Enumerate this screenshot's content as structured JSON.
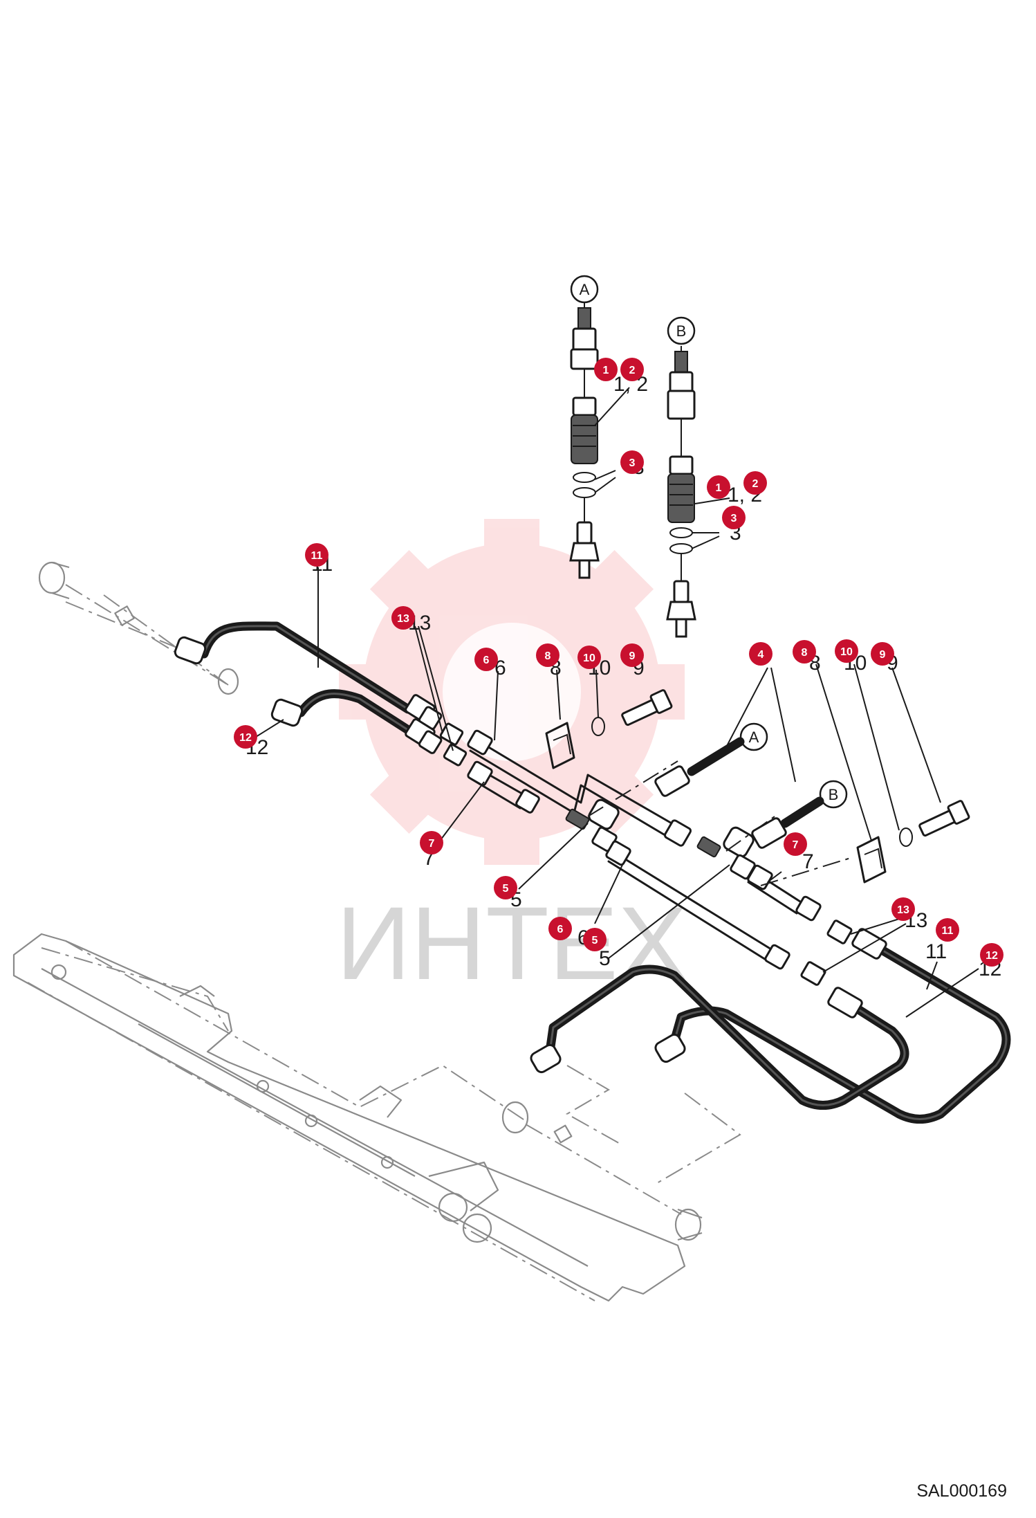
{
  "watermark": {
    "text": "ИНТЕХ",
    "color": "#e8141c"
  },
  "drawing_code": "SAL000169",
  "connection_labels": [
    "A",
    "B",
    "A",
    "B"
  ],
  "badge_color": "#c8102e",
  "callouts": [
    {
      "label": "1"
    },
    {
      "label": "2"
    },
    {
      "label": "3"
    },
    {
      "label": "1"
    },
    {
      "label": "2"
    },
    {
      "label": "3"
    },
    {
      "label": "11"
    },
    {
      "label": "13"
    },
    {
      "label": "6"
    },
    {
      "label": "8"
    },
    {
      "label": "10"
    },
    {
      "label": "9"
    },
    {
      "label": "4"
    },
    {
      "label": "8"
    },
    {
      "label": "10"
    },
    {
      "label": "9"
    },
    {
      "label": "12"
    },
    {
      "label": "7"
    },
    {
      "label": "7"
    },
    {
      "label": "5"
    },
    {
      "label": "13"
    },
    {
      "label": "11"
    },
    {
      "label": "12"
    },
    {
      "label": "6"
    },
    {
      "label": "5"
    }
  ],
  "ghost_numbers": [
    "1, 2",
    "3",
    "1, 2",
    "3",
    "11",
    "13",
    "6",
    "8",
    "10",
    "9",
    "8",
    "10",
    "9",
    "12",
    "7",
    "7",
    "5",
    "6",
    "5",
    "13",
    "11",
    "12"
  ]
}
